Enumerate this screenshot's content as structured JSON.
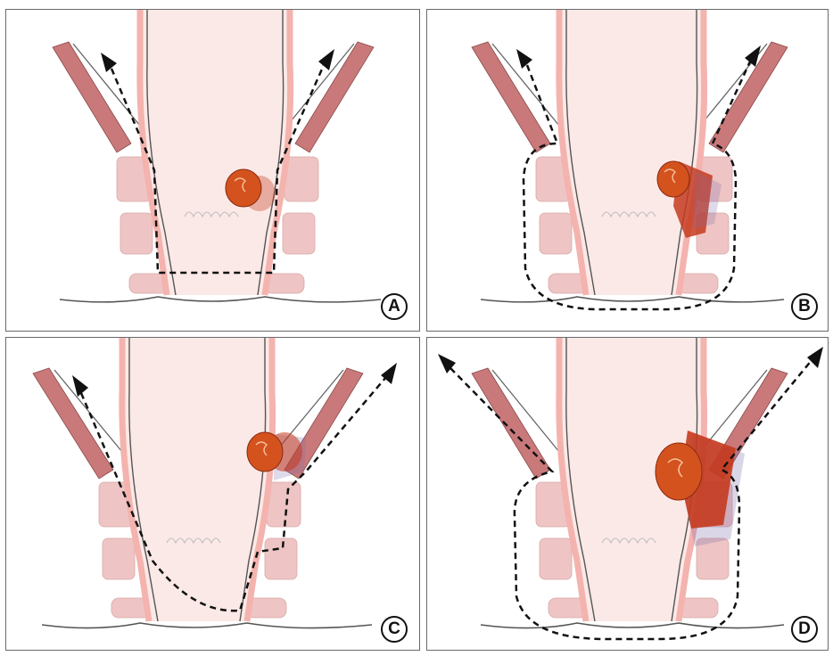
{
  "panels": [
    {
      "id": "a",
      "label": "A"
    },
    {
      "id": "b",
      "label": "B"
    },
    {
      "id": "c",
      "label": "C"
    },
    {
      "id": "d",
      "label": "D"
    }
  ],
  "colors": {
    "muscle_dark": "#c9797a",
    "muscle_light": "#eec5c4",
    "rectum_fill": "#fbe9e7",
    "rectum_wall": "#f4b3ae",
    "tumor": "#d4521e",
    "tumor_spread": "#c53a1e",
    "outline": "#555555",
    "dashed_line": "#111111"
  },
  "icons": [
    "dashed-arrow-icon",
    "tumor-icon"
  ]
}
